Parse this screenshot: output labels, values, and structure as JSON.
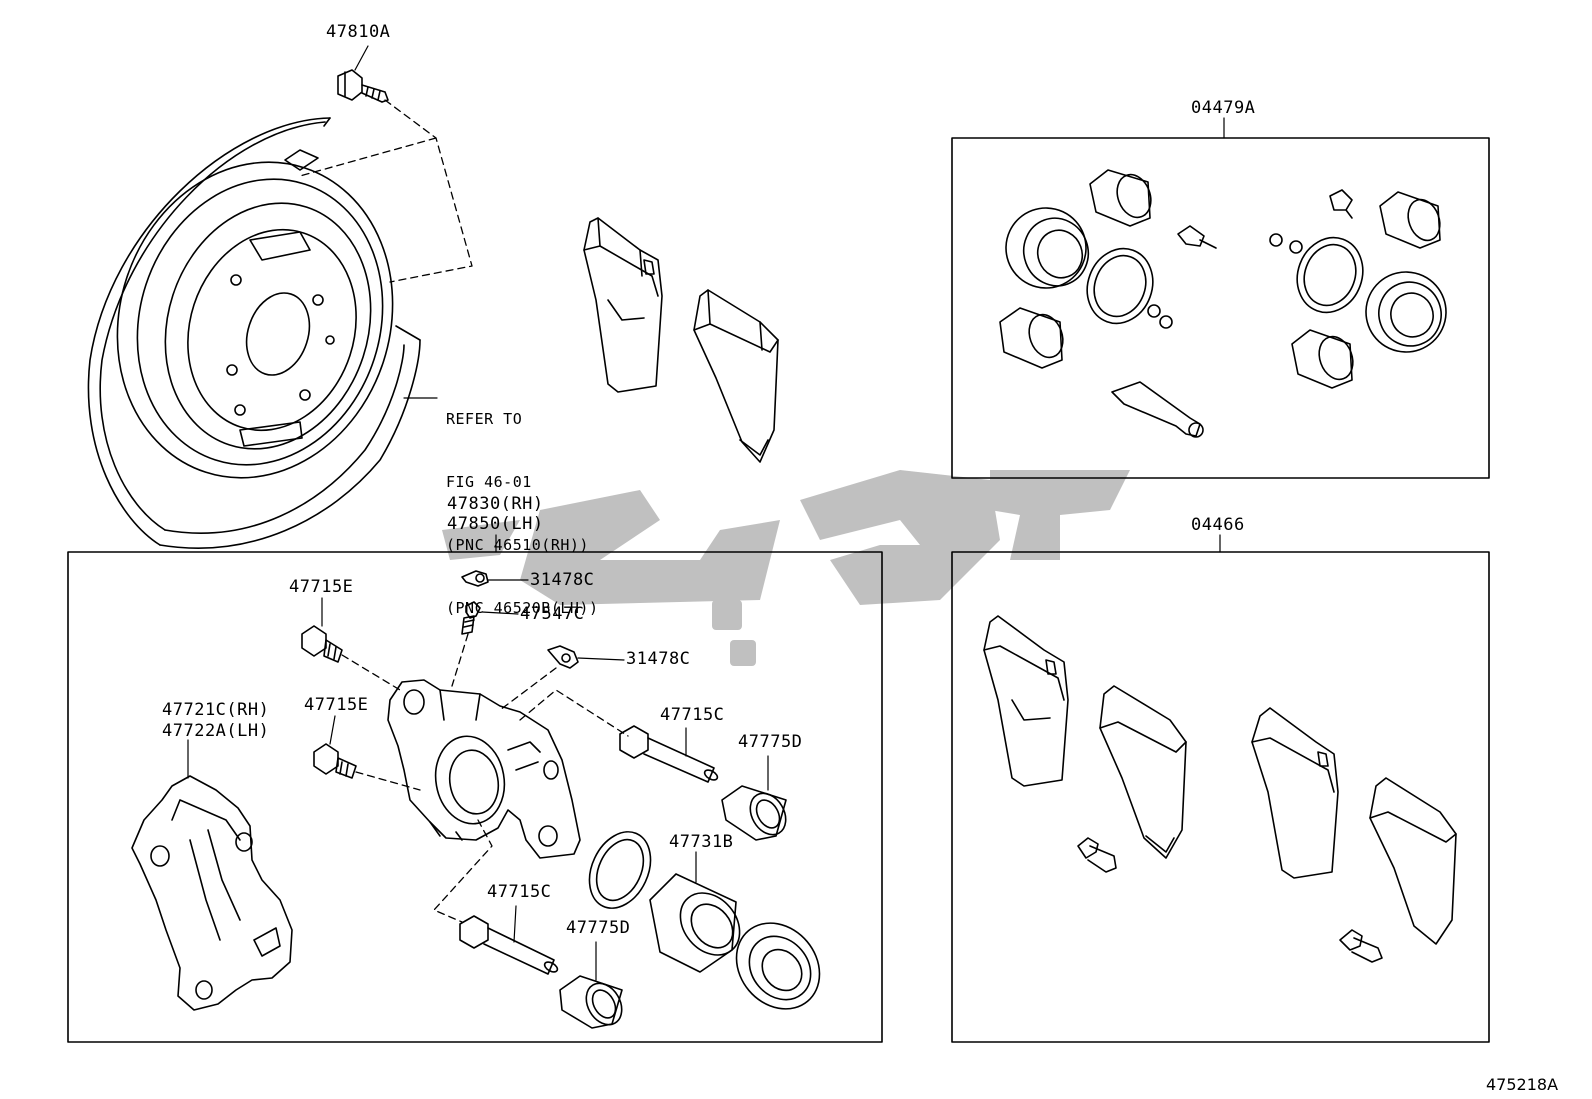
{
  "diagram": {
    "figure_id": "475218A",
    "watermark_text": "تویوتا",
    "colors": {
      "ink": "#000000",
      "watermark": "#bdbdbd",
      "background": "#ffffff"
    },
    "top_parts": {
      "bolt": "47810A",
      "refer_note": [
        "REFER TO",
        "FIG 46-01",
        "(PNC 46510(RH))",
        "(PNC 46520B(LH))"
      ]
    },
    "caliper_box": {
      "header": [
        "47830(RH)",
        "47850(LH)"
      ],
      "labels": {
        "clip_1": "31478C",
        "bleeder": "47547C",
        "clip_2": "31478C",
        "bolt_a": "47715E",
        "bolt_b": "47715E",
        "mount": [
          "47721C(RH)",
          "47722A(LH)"
        ],
        "pin_a": "47715C",
        "boot_a": "47775D",
        "piston": "47731B",
        "pin_b": "47715C",
        "boot_b": "47775D"
      }
    },
    "kit_boxes": {
      "seal_kit": "04479A",
      "pad_kit": "04466"
    }
  }
}
